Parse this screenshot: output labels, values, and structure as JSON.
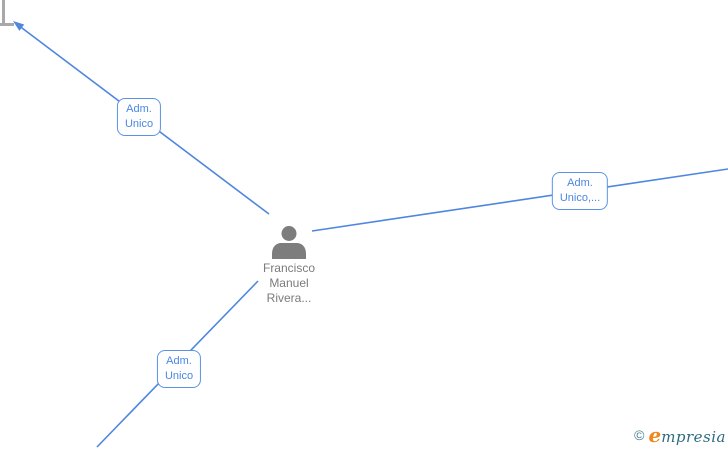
{
  "app": {
    "background_color": "#ffffff"
  },
  "graph": {
    "edge_color": "#4e86e0",
    "label_border_color": "#5b92e8",
    "label_text_color": "#4a86e4",
    "node": {
      "full_name": "Francisco Manuel Rivera...",
      "name_line1": "Francisco",
      "name_line2": "Manuel",
      "name_line3": "Rivera...",
      "icon": "person-icon",
      "icon_color": "#7d7d7d",
      "text_color": "#7b7b7b"
    },
    "edges": [
      {
        "id": "edge-top-left",
        "label_line1": "Adm.",
        "label_line2": "Unico",
        "has_arrowhead": true
      },
      {
        "id": "edge-right",
        "label_line1": "Adm.",
        "label_line2": "Unico,...",
        "has_arrowhead": false
      },
      {
        "id": "edge-bottom-left",
        "label_line1": "Adm.",
        "label_line2": "Unico",
        "has_arrowhead": false
      }
    ]
  },
  "watermark": {
    "copyright_symbol": "©",
    "brand_initial": "e",
    "brand_rest": "mpresia",
    "brand_full": "Empresia",
    "copyright_color": "#467d8e",
    "initial_color": "#f0861c",
    "brand_color": "#2f6b80"
  }
}
